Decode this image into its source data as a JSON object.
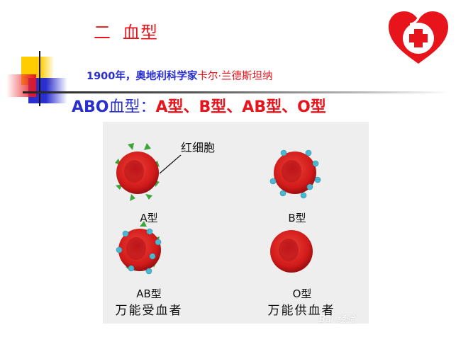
{
  "slide": {
    "title": {
      "number": "二",
      "text": "血型"
    },
    "subtitle": {
      "year_prefix": "1900年，奥地利科学家",
      "scientist": "卡尔·兰德斯坦纳"
    },
    "heading": {
      "abo": "ABO",
      "blood_type_word": "血型：",
      "types": "A型、B型、AB型、O型"
    },
    "logo": {
      "icon": "heart-red-cross-icon"
    },
    "figure": {
      "pointer_label": "红细胞",
      "cells": [
        {
          "type_label": "A型",
          "antigen": "green-spikes",
          "note": ""
        },
        {
          "type_label": "B型",
          "antigen": "blue-dots",
          "note": ""
        },
        {
          "type_label": "AB型",
          "antigen": "green-spikes-and-blue-dots",
          "note": "万能受血者"
        },
        {
          "type_label": "O型",
          "antigen": "none",
          "note": "万能供血者"
        }
      ],
      "watermark": "Bai 经验"
    }
  },
  "colors": {
    "red": "#e8141c",
    "blue": "#2a2fd0",
    "yellow": "#ffcc00",
    "panel_bg": "#eeeeee",
    "cell_red": "#d11a1a",
    "antigen_green": "#3fa53a",
    "antigen_blue": "#4bb8d0"
  }
}
